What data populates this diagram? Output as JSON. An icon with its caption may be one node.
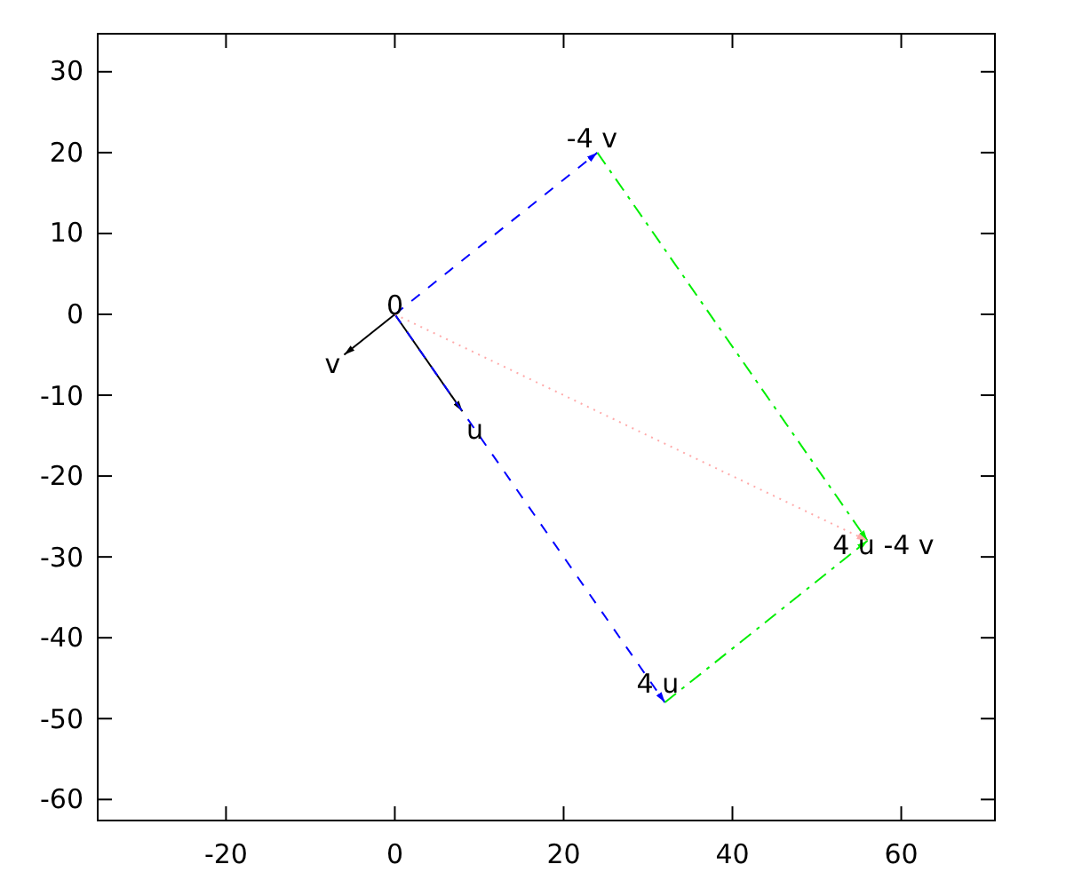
{
  "diagram": {
    "nodes": [
      {
        "text": [
          "0"
        ]
      },
      {
        "text": [
          "v"
        ]
      },
      {
        "text": [
          "u"
        ]
      },
      {
        "text": [
          "-4 v"
        ]
      },
      {
        "text": [
          "4 u"
        ]
      },
      {
        "text": [
          "4 u -4 v"
        ]
      }
    ],
    "edges": [
      {
        "from": 0,
        "to": 1,
        "arrow": "to"
      },
      {
        "from": 0,
        "to": 2,
        "arrow": "to"
      },
      {
        "from": 0,
        "to": 3,
        "arrow": "to",
        "style": "dashed",
        "color": "#0000ff"
      },
      {
        "from": 0,
        "to": 4,
        "arrow": "to",
        "style": "dashed",
        "color": "#0000ff"
      },
      {
        "from": 3,
        "to": 5,
        "arrow": "to",
        "style": "dashed",
        "color": "#00ee00"
      },
      {
        "from": 4,
        "to": 5,
        "arrow": "to",
        "style": "dashed",
        "color": "#00ee00"
      },
      {
        "from": 0,
        "to": 5,
        "arrow": "to",
        "style": "dashed",
        "color": "#ffaaaa"
      }
    ],
    "labels": [
      "30",
      "20",
      "10",
      "0",
      "-10",
      "-20",
      "-30",
      "-40",
      "-50",
      "-60",
      "-20",
      "0",
      "20",
      "40",
      "60"
    ]
  }
}
